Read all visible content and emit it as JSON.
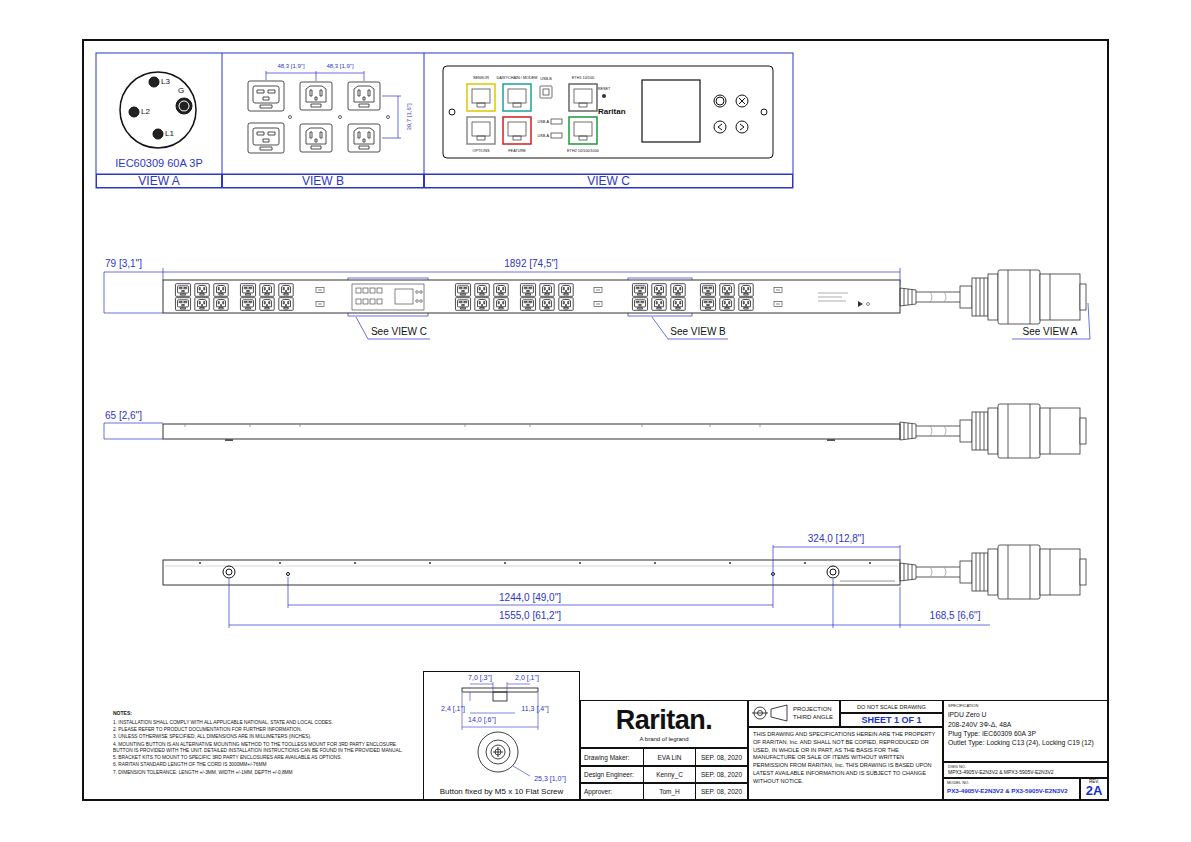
{
  "diagram": {
    "nodes": [
      {
        "text": [
          "VIEW A"
        ]
      },
      {
        "text": [
          "VIEW B"
        ]
      },
      {
        "text": [
          "VIEW C"
        ]
      },
      {
        "text": [
          "Button fixed by M5 x 10 Flat Screw"
        ]
      },
      {
        "text": [
          "Raritan.",
          "A brand of legrand"
        ]
      },
      {
        "text": [
          "Drawing Maker:",
          "EVA LIN",
          "SEP. 08, 2020"
        ]
      },
      {
        "text": [
          "Design Engineer:",
          "Kenny_C",
          "SEP. 08, 2020"
        ]
      },
      {
        "text": [
          "Approver:",
          "Tom_H",
          "SEP. 08, 2020"
        ]
      },
      {
        "text": [
          "PROJECTION THIRD ANGLE"
        ]
      },
      {
        "text": [
          "DO NOT SCALE DRAWING"
        ]
      },
      {
        "text": [
          "SHEET 1 OF 1"
        ]
      },
      {
        "text": [
          "THIS DRAWING AND SPECIFICATIONS HEREIN ARE THE PROPERTY OF RARITAN, Inc. AND SHALL NOT BE COPIED, REPRODUCED OR USED, IN WHOLE OR IN PART, AS THE BASIS FOR THE MANUFACTURE OR SALE OF ITEMS WITHOUT WRITTEN PERMISSION FROM RARITAN, Inc. THIS DRAWING IS BASED UPON LATEST AVAILABLE INFORMATION AND IS SUBJECT TO CHANGE WITHOUT NOTICE."
        ]
      },
      {
        "text": [
          "SPECIFICATION",
          "iPDU Zero U",
          "208-240V 3Φ-Δ, 48A",
          "Plug Type: IEC60309 60A 3P",
          "Outlet Type: Locking C13 (24), Locking C19 (12)"
        ]
      },
      {
        "text": [
          "DWG NO.",
          "MPX3-4905V-E2N3V2 & MPX3-5905V-E2N3V2"
        ]
      },
      {
        "text": [
          "MODEL NO.",
          "PX3-4905V-E2N3V2 & PX3-5905V-E2N3V2"
        ]
      },
      {
        "text": [
          "REV.",
          "2A"
        ]
      }
    ],
    "labels": [
      "L3",
      "G",
      "L2",
      "L1",
      "IEC60309 60A 3P",
      "48,3 [1,9\"]",
      "48,3 [1,9\"]",
      "39,7 [1,6\"]",
      "SENSOR",
      "DAISYCHAIN / MODEM",
      "USB-B",
      "ETH1 10/100",
      "OPTIONS",
      "FEATURE",
      "USB-A",
      "USB-A",
      "ETH2 10/100/1000",
      "RESET",
      "Raritan",
      "79 [3,1\"]",
      "1892 [74,5\"]",
      "See VIEW C",
      "See VIEW B",
      "See VIEW A",
      "65 [2,6\"]",
      "324,0 [12,8\"]",
      "1244,0 [49,0\"]",
      "1555,0 [61,2\"]",
      "168,5 [6,6\"]",
      "7,0 [,3\"]",
      "2,0 [,1\"]",
      "2,4 [,1\"]",
      "11,3 [,4\"]",
      "14,0 [,6\"]",
      "25,3 [1,0\"]",
      "NOTES:",
      "1. INSTALLATION SHALL COMPLY WITH ALL APPLICABLE NATIONAL, STATE AND LOCAL CODES.",
      "2. PLEASE REFER TO PRODUCT DOCUMENTATION FOR FURTHER INFORMATION.",
      "3. UNLESS OTHERWISE SPECIFIED, ALL DIMENSIONS ARE IN MILLIMETERS (INCHES).",
      "4. MOUNTING BUTTON IS AN ALTERNATIVE MOUNTING METHOD TO THE TOOLLESS MOUNT FOR 3RD PARTY ENCLOSURE. BUTTON IS PROVIDED WITH THE UNIT. DETAILED INSTALLATION INSTRUCTIONS CAN BE FOUND IN THE PROVIDED MANUAL.",
      "5. BRACKET KITS TO MOUNT TO SPECIFIC 3RD PARTY ENCLOSURES ARE AVAILABLE AS OPTIONS.",
      "6. RARITAN STANDARD LENGTH OF THE CORD IS 3000MM+/-76MM",
      "7. DIMENSION TOLERANCE: LENGTH +/-3MM, WIDTH +/-1MM, DEPTH +/-0,8MM"
    ]
  }
}
